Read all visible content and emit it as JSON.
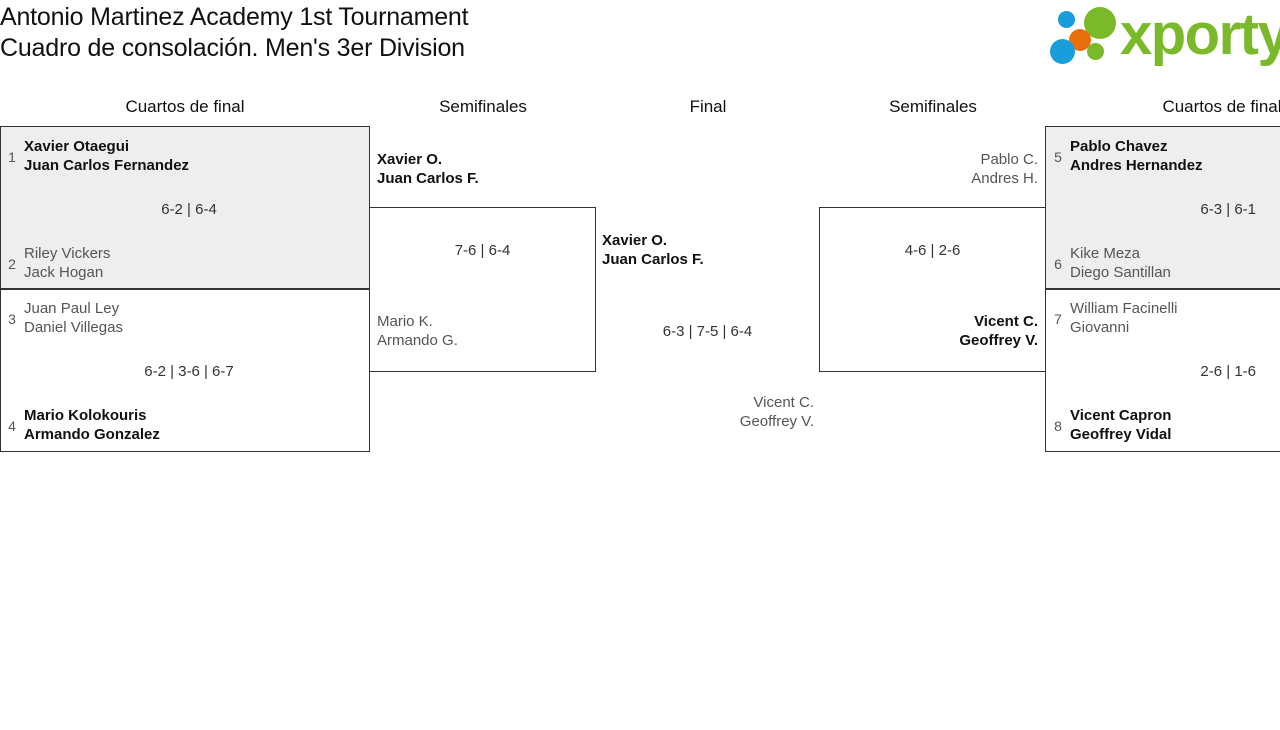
{
  "header": {
    "title_line1": "Antonio Martinez Academy 1st Tournament",
    "title_line2": "Cuadro de consolación. Men's 3er Division",
    "logo_text": "xporty",
    "logo_colors": {
      "green": "#7ab929",
      "blue": "#1a9ddb",
      "orange": "#e96f0b"
    }
  },
  "rounds": [
    {
      "label": "Cuartos de final"
    },
    {
      "label": "Semifinales"
    },
    {
      "label": "Final"
    },
    {
      "label": "Semifinales"
    },
    {
      "label": "Cuartos de final"
    }
  ],
  "matches": {
    "qf1": {
      "top": {
        "seed": "1",
        "p1": "Xavier Otaegui",
        "p2": "Juan Carlos Fernandez",
        "result": "winner"
      },
      "bottom": {
        "seed": "2",
        "p1": "Riley Vickers",
        "p2": "Jack Hogan",
        "result": "loser"
      },
      "score": "6-2 | 6-4"
    },
    "qf2": {
      "top": {
        "seed": "3",
        "p1": "Juan Paul Ley",
        "p2": "Daniel Villegas",
        "result": "loser"
      },
      "bottom": {
        "seed": "4",
        "p1": "Mario Kolokouris",
        "p2": "Armando Gonzalez",
        "result": "winner"
      },
      "score": "6-2 | 3-6 | 6-7"
    },
    "sf_left": {
      "top": {
        "p1": "Xavier O.",
        "p2": "Juan Carlos F.",
        "result": "winner"
      },
      "bottom": {
        "p1": "Mario K.",
        "p2": "Armando G.",
        "result": "loser"
      },
      "score": "7-6 | 6-4"
    },
    "final": {
      "top": {
        "p1": "Xavier O.",
        "p2": "Juan Carlos F.",
        "result": "winner"
      },
      "bottom": {
        "p1": "Vicent C.",
        "p2": "Geoffrey V.",
        "result": "loser"
      },
      "score": "6-3 | 7-5 | 6-4"
    },
    "sf_right": {
      "top": {
        "p1": "Pablo C.",
        "p2": "Andres H.",
        "result": "loser"
      },
      "bottom": {
        "p1": "Vicent C.",
        "p2": "Geoffrey V.",
        "result": "winner"
      },
      "score": "4-6 | 2-6"
    },
    "qf3": {
      "top": {
        "seed": "5",
        "p1": "Pablo Chavez",
        "p2": "Andres Hernandez",
        "result": "winner"
      },
      "bottom": {
        "seed": "6",
        "p1": "Kike Meza",
        "p2": "Diego Santillan",
        "result": "loser"
      },
      "score": "6-3 | 6-1"
    },
    "qf4": {
      "top": {
        "seed": "7",
        "p1": "William Facinelli",
        "p2": "Giovanni",
        "result": "loser"
      },
      "bottom": {
        "seed": "8",
        "p1": "Vicent Capron",
        "p2": "Geoffrey Vidal",
        "result": "winner"
      },
      "score": "2-6 | 1-6"
    }
  }
}
